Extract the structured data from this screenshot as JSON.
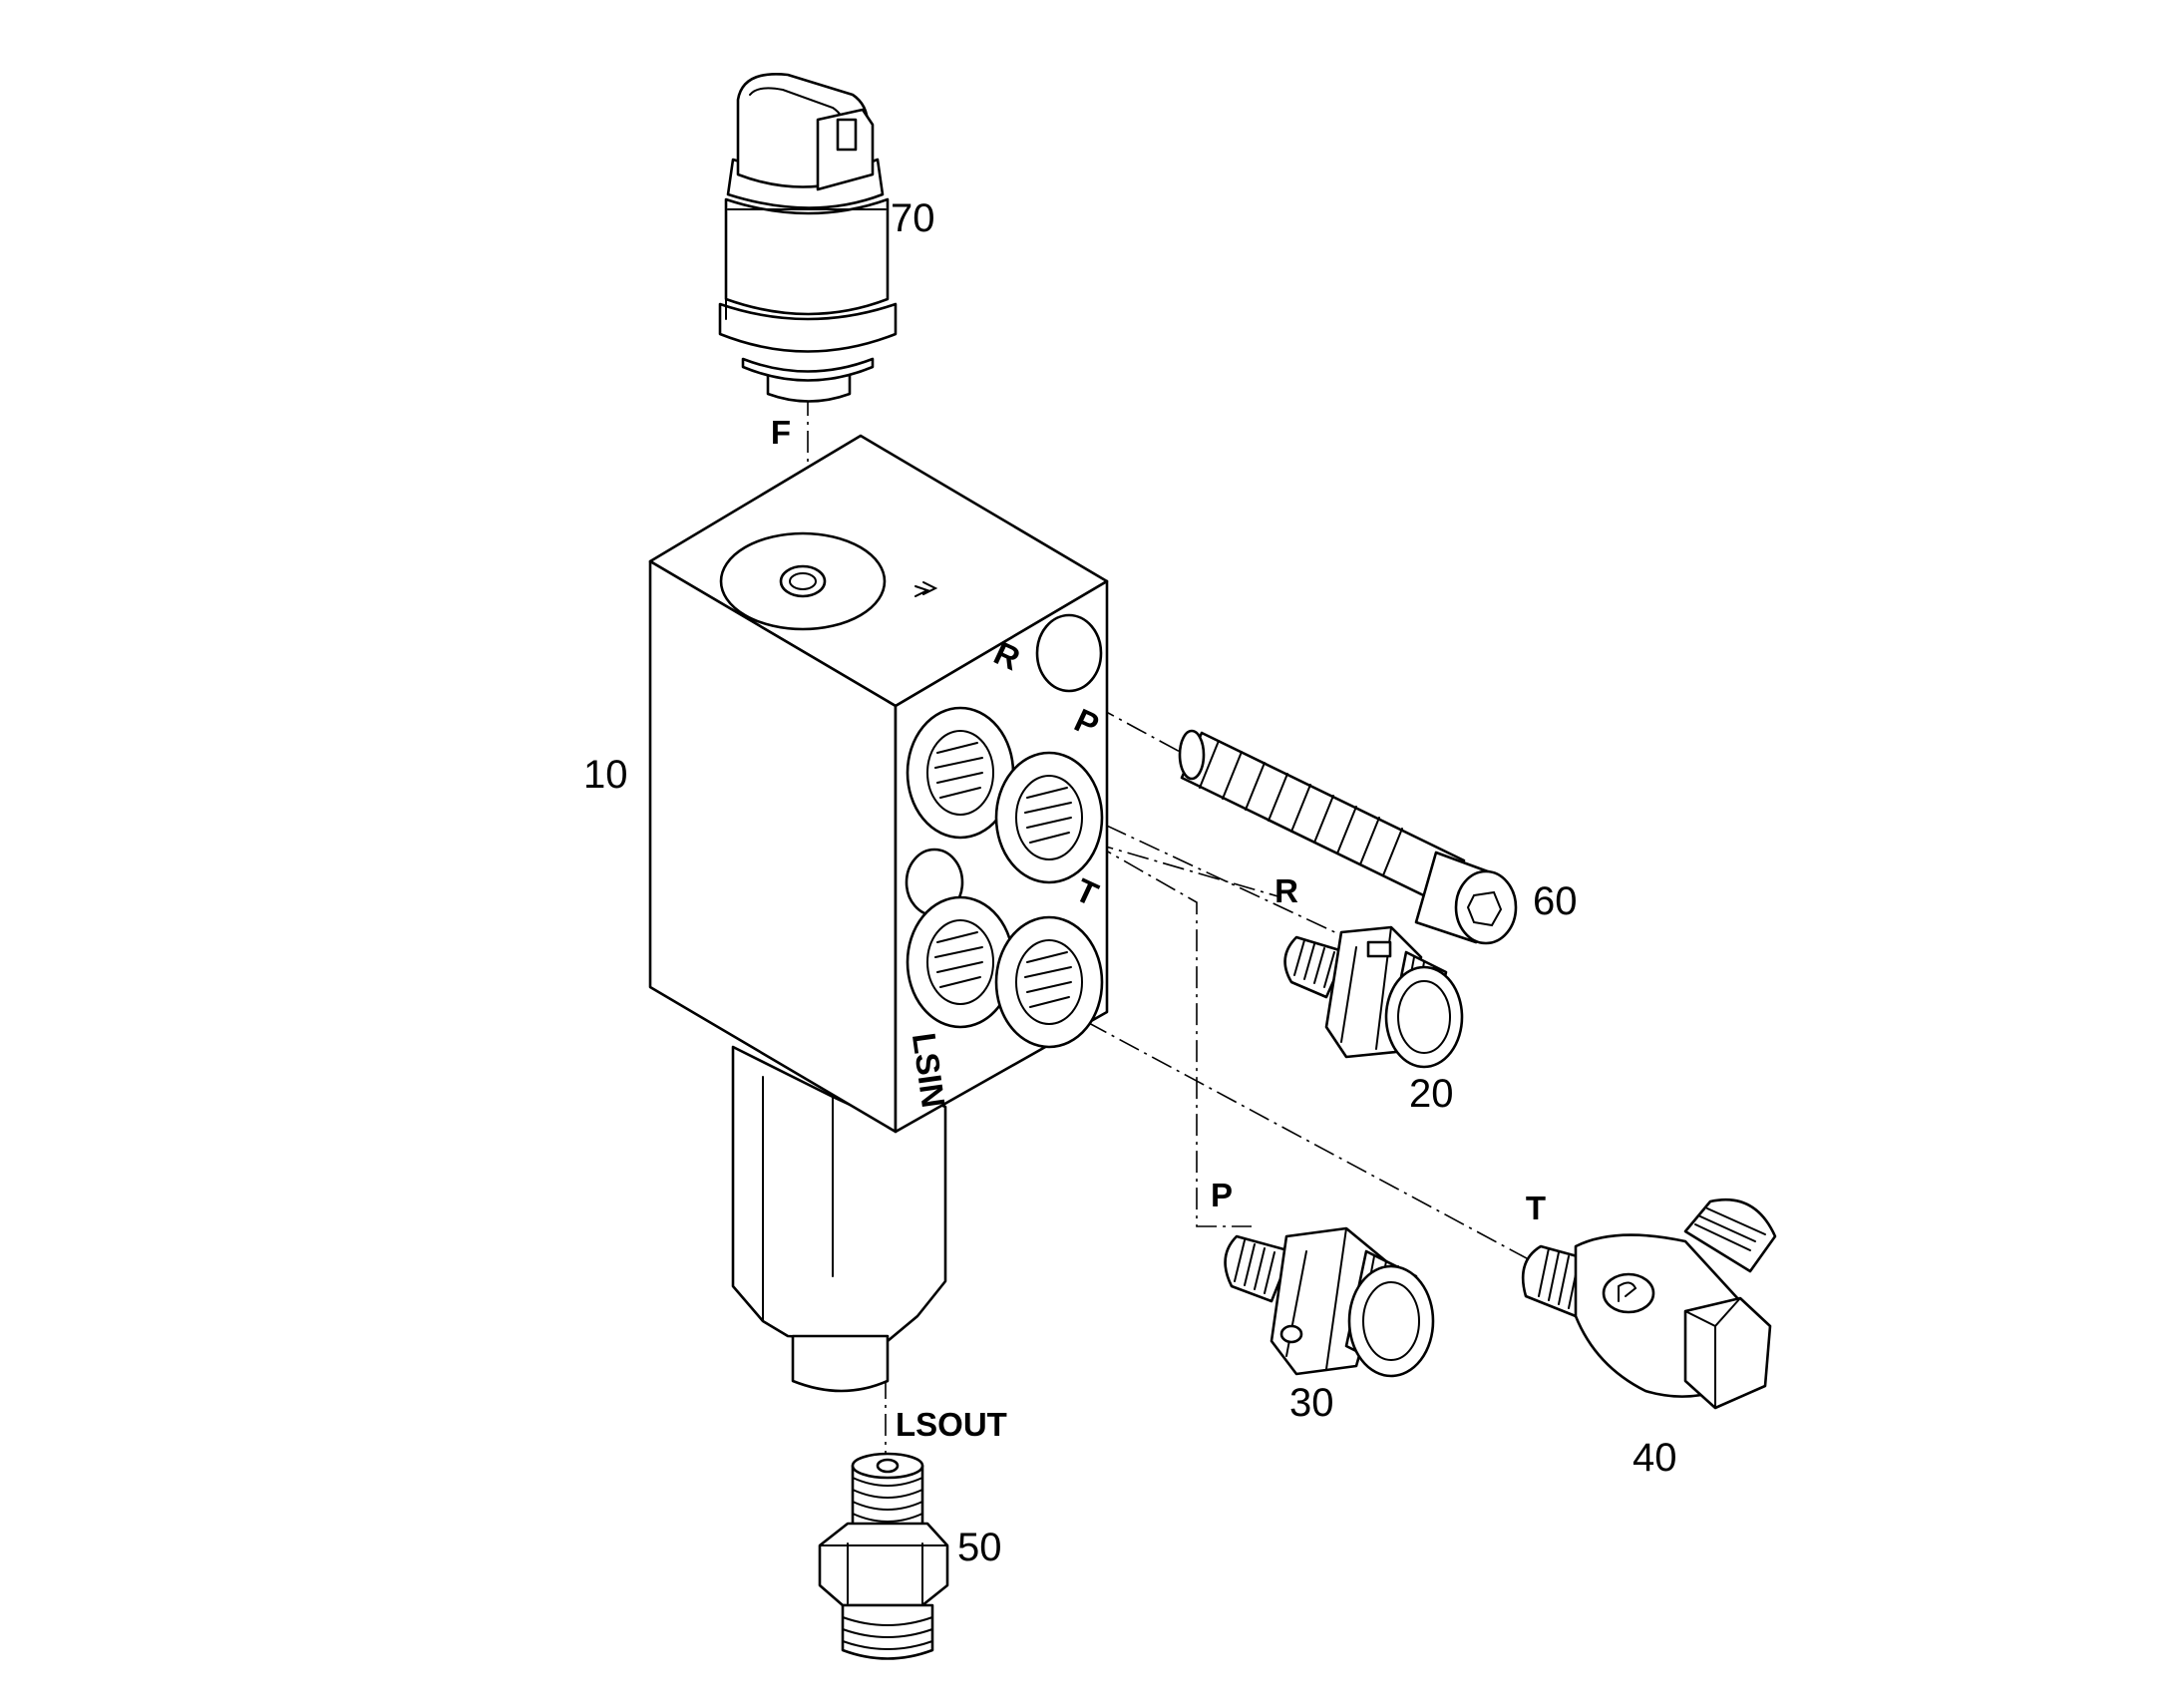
{
  "callouts": {
    "block": "10",
    "fitting_r": "20",
    "fitting_p": "30",
    "fitting_t": "40",
    "fitting_lsout": "50",
    "screw": "60",
    "sensor": "70"
  },
  "port_labels": {
    "f": "F",
    "r_face": "R",
    "p_face": "P",
    "t_face": "T",
    "lsin": "LSIN",
    "r_fitting": "R",
    "p_fitting": "P",
    "t_fitting": "T",
    "lsout": "LSOUT"
  }
}
